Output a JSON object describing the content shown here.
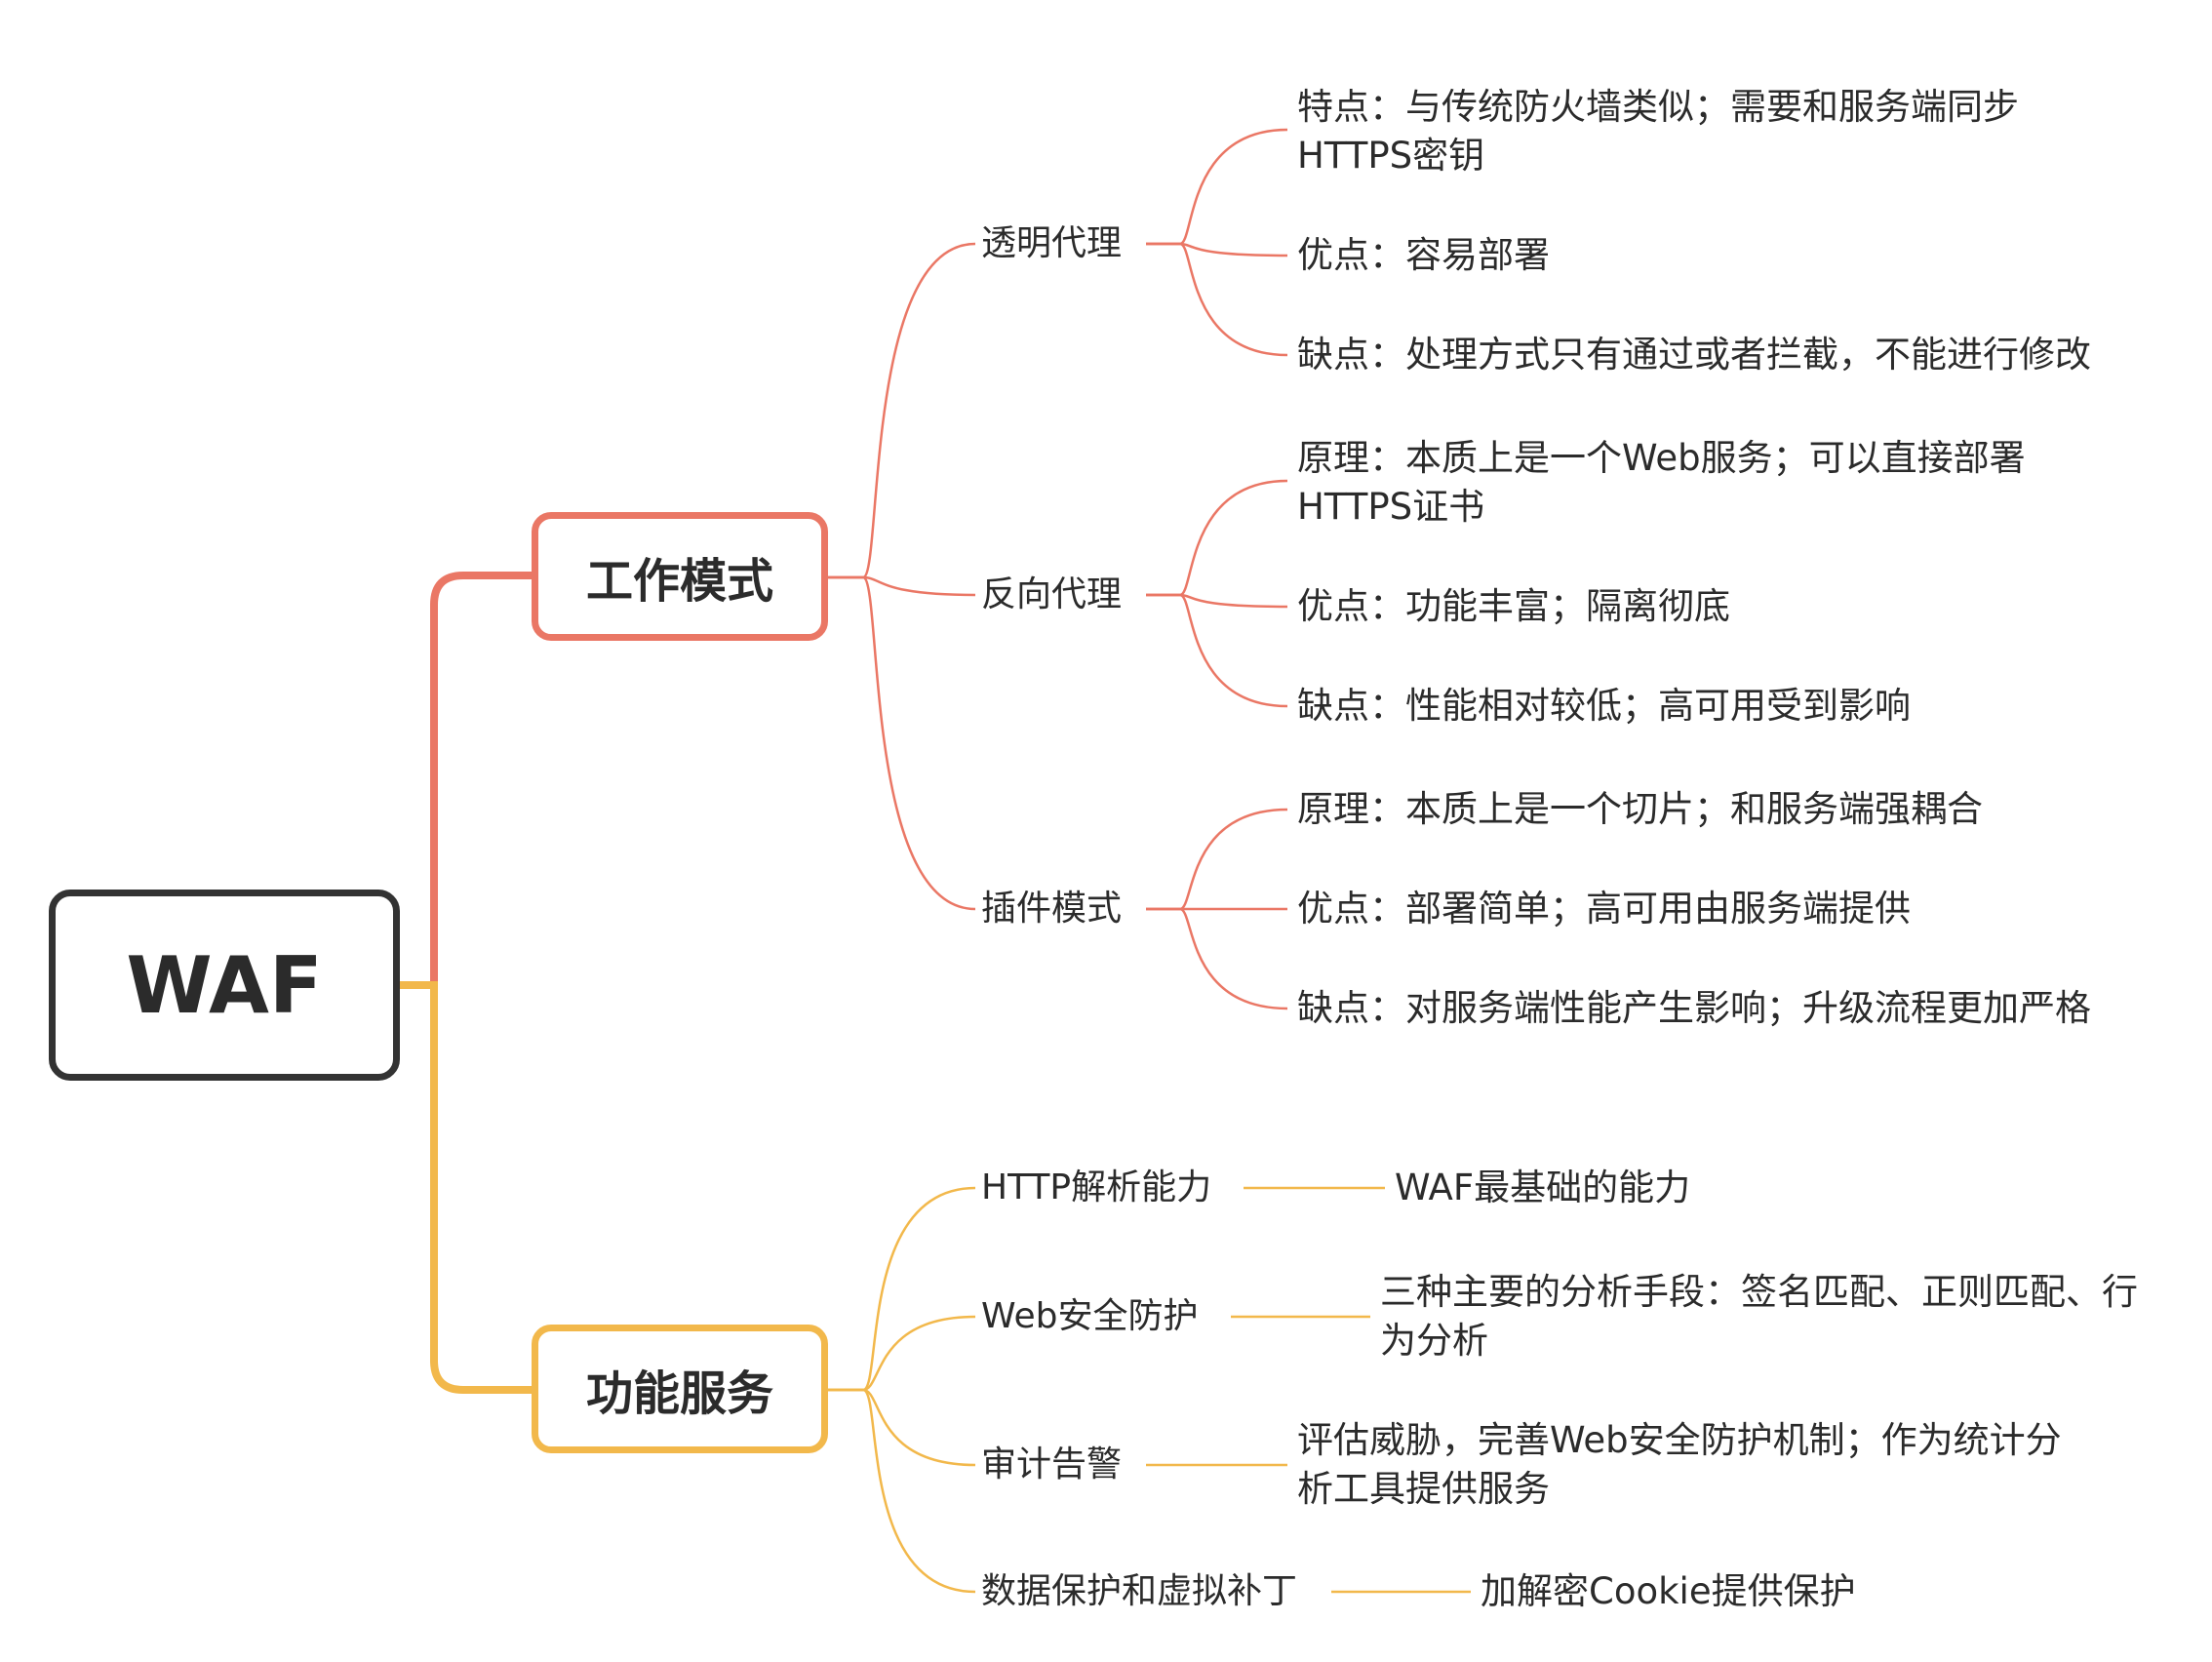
{
  "root": {
    "label": "WAF"
  },
  "colors": {
    "root_border": "#333333",
    "branch_1": "#ea7765",
    "branch_2": "#f2b84b",
    "text": "#2b2b2b"
  },
  "branches": [
    {
      "label": "工作模式",
      "children": [
        {
          "label": "透明代理",
          "leaves": [
            "特点：与传统防火墙类似；需要和服务端同步HTTPS密钥",
            "优点：容易部署",
            "缺点：处理方式只有通过或者拦截，不能进行修改"
          ]
        },
        {
          "label": "反向代理",
          "leaves": [
            "原理：本质上是一个Web服务；可以直接部署HTTPS证书",
            "优点：功能丰富；隔离彻底",
            "缺点：性能相对较低；高可用受到影响"
          ]
        },
        {
          "label": "插件模式",
          "leaves": [
            "原理：本质上是一个切片；和服务端强耦合",
            "优点：部署简单；高可用由服务端提供",
            "缺点：对服务端性能产生影响；升级流程更加严格"
          ]
        }
      ]
    },
    {
      "label": "功能服务",
      "children": [
        {
          "label": "HTTP解析能力",
          "leaves": [
            "WAF最基础的能力"
          ]
        },
        {
          "label": "Web安全防护",
          "leaves": [
            "三种主要的分析手段：签名匹配、正则匹配、行为分析"
          ]
        },
        {
          "label": "审计告警",
          "leaves": [
            "评估威胁，完善Web安全防护机制；作为统计分析工具提供服务"
          ]
        },
        {
          "label": "数据保护和虚拟补丁",
          "leaves": [
            "加解密Cookie提供保护"
          ]
        }
      ]
    }
  ]
}
